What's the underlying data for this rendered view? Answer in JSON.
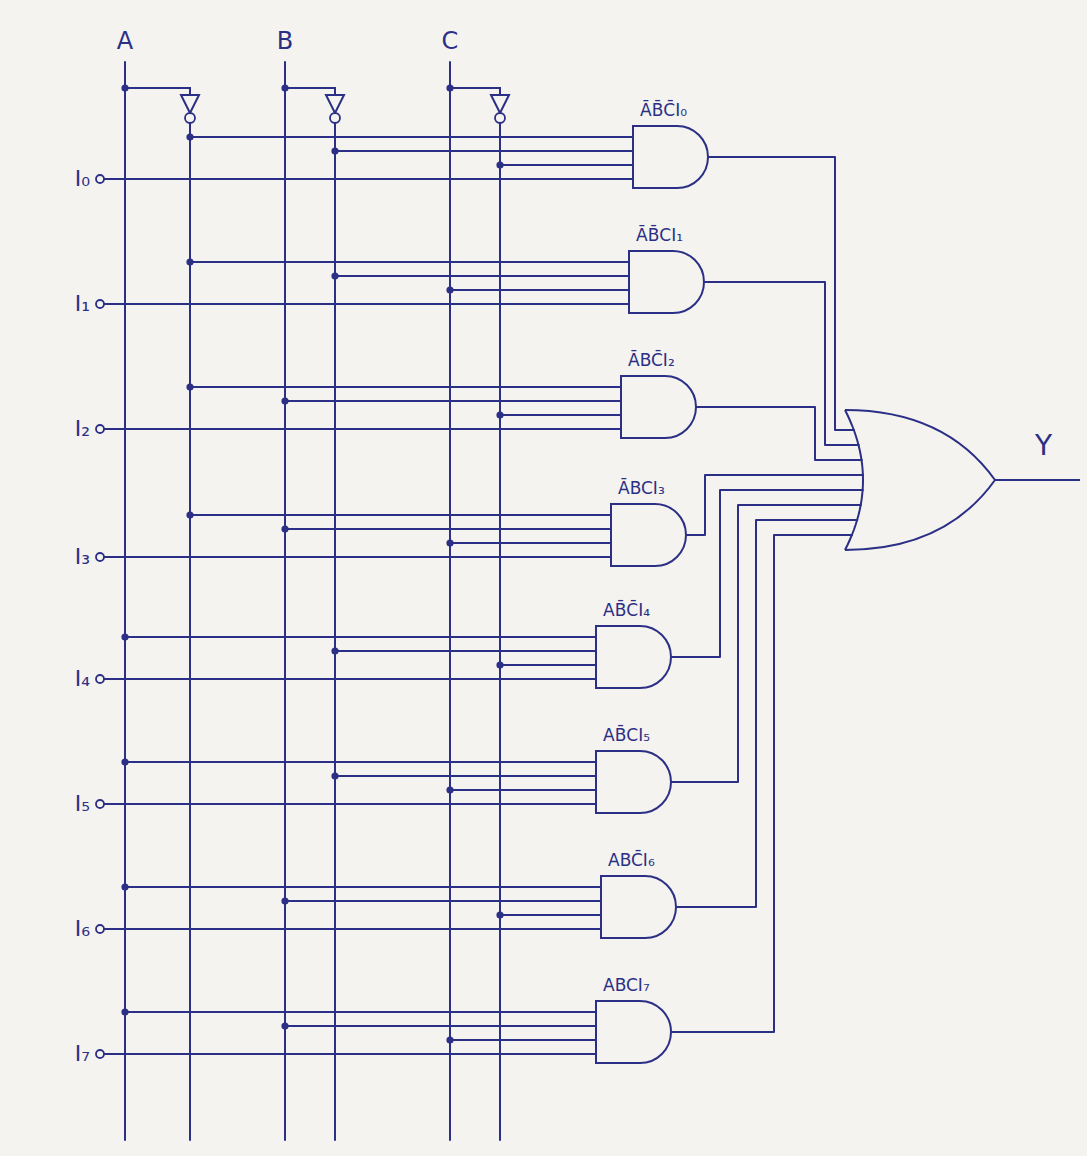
{
  "diagram": {
    "nodes": [
      {
        "text": [
          "ĀB̄C̄I₀"
        ]
      },
      {
        "text": [
          "ĀB̄CI₁"
        ]
      },
      {
        "text": [
          "ĀBC̄I₂"
        ]
      },
      {
        "text": [
          "ĀBCI₃"
        ]
      },
      {
        "text": [
          "AB̄C̄I₄"
        ]
      },
      {
        "text": [
          "AB̄CI₅"
        ]
      },
      {
        "text": [
          "ABC̄I₆"
        ]
      },
      {
        "text": [
          "ABCI₇"
        ]
      },
      {
        "text": [
          "Y"
        ]
      }
    ],
    "edges": [
      {
        "from": 0,
        "to": 8,
        "arrow": "none"
      },
      {
        "from": 1,
        "to": 8,
        "arrow": "none"
      },
      {
        "from": 2,
        "to": 8,
        "arrow": "none"
      },
      {
        "from": 3,
        "to": 8,
        "arrow": "none"
      },
      {
        "from": 4,
        "to": 8,
        "arrow": "none"
      },
      {
        "from": 5,
        "to": 8,
        "arrow": "none"
      },
      {
        "from": 6,
        "to": 8,
        "arrow": "none"
      },
      {
        "from": 7,
        "to": 8,
        "arrow": "none"
      }
    ],
    "labels": [
      "A",
      "B",
      "C",
      "I₀",
      "I₁",
      "I₂",
      "I₃",
      "I₄",
      "I₅",
      "I₆",
      "I₇"
    ]
  }
}
